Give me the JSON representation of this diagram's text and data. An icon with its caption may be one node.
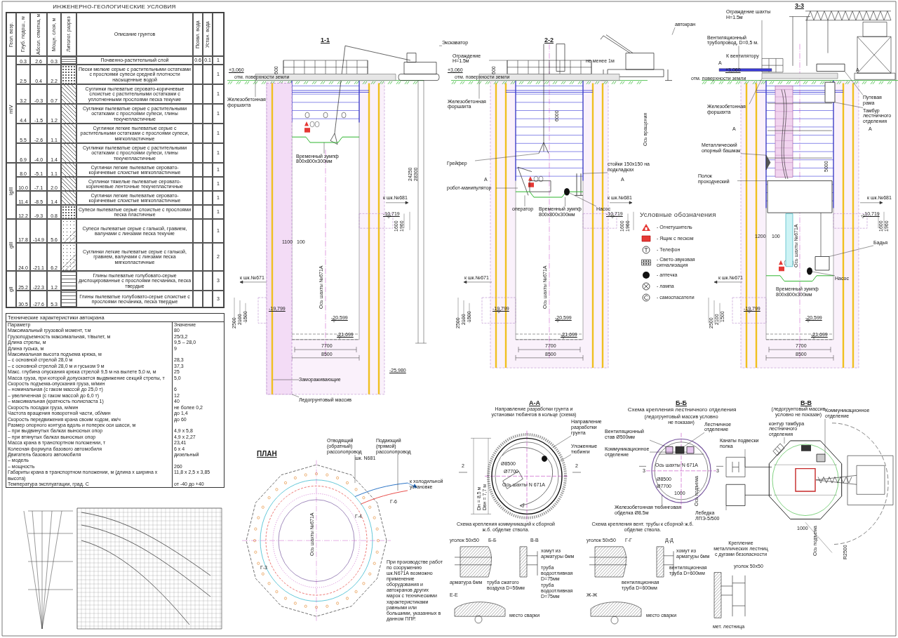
{
  "diagram": {
    "nodes": [
      {
        "text": [
          "Экскаватор"
        ]
      },
      {
        "text": [
          "Железобетонная форшахта"
        ]
      },
      {
        "text": [
          "Временный зумпф 800х800х300мм"
        ]
      },
      {
        "text": [
          "Замораживающие"
        ]
      },
      {
        "text": [
          "Ледогрунтовый массив"
        ]
      },
      {
        "text": [
          "Ограждение Н=1.5м"
        ]
      },
      {
        "text": [
          "автокран"
        ]
      },
      {
        "text": [
          "Железобетонная форшахта"
        ]
      },
      {
        "text": [
          "Грейфер"
        ]
      },
      {
        "text": [
          "робот-манипулятор"
        ]
      },
      {
        "text": [
          "стойки 150х150 на подкладках"
        ]
      },
      {
        "text": [
          "оператор"
        ]
      },
      {
        "text": [
          "Временный зумпф 800х800х300мм"
        ]
      },
      {
        "text": [
          "Насос"
        ]
      },
      {
        "text": [
          "Ограждение шахты Н=1.5м"
        ]
      },
      {
        "text": [
          "Вентиляционный трубопровод, D=0,5 м."
        ]
      },
      {
        "text": [
          "Железобетонная форшахта"
        ]
      },
      {
        "text": [
          "Путевая рама"
        ]
      },
      {
        "text": [
          "Тамбур лестничного отделения"
        ]
      },
      {
        "text": [
          "Металлический опорный башмак"
        ]
      },
      {
        "text": [
          "Полок проходческий"
        ]
      },
      {
        "text": [
          "Бадья"
        ]
      },
      {
        "text": [
          "Насос"
        ]
      },
      {
        "text": [
          "Отводящий (обратный) рассолопровод"
        ]
      },
      {
        "text": [
          "Подающий (прямой) рассолопровод"
        ]
      },
      {
        "text": [
          "Направление разработки грунта"
        ]
      },
      {
        "text": [
          "Уложенные тюбинги"
        ]
      },
      {
        "text": [
          "Вентиляционный став Ø500мм"
        ]
      },
      {
        "text": [
          "Лестничное отделение"
        ]
      },
      {
        "text": [
          "Коммуникационное отделение"
        ]
      },
      {
        "text": [
          "Железобетонная тюбинговая обделка Ø8.5м"
        ]
      },
      {
        "text": [
          "контур тамбура лестничного отделения"
        ]
      },
      {
        "text": [
          "Канаты подвески полка"
        ]
      },
      {
        "text": [
          "Коммуникационное отделение"
        ]
      },
      {
        "text": [
          "Лебедка ЛПЭ-5/500"
        ]
      },
      {
        "text": [],
        "shape": "picture"
      },
      {
        "text": [],
        "shape": "bar"
      },
      {
        "text": [],
        "shape": "picture"
      },
      {
        "text": [],
        "shape": "box"
      },
      {
        "text": [],
        "shape": "bar",
        "in": 38
      },
      {
        "text": [],
        "shape": "picture"
      },
      {
        "text": [],
        "shape": "picture"
      },
      {
        "text": [],
        "shape": "bar"
      },
      {
        "text": [],
        "shape": "picture"
      },
      {
        "text": [],
        "shape": "picture"
      },
      {
        "text": [],
        "shape": "picture"
      },
      {
        "text": [],
        "shape": "picture"
      },
      {
        "text": [],
        "shape": "circle"
      },
      {
        "text": [],
        "shape": "picture"
      },
      {
        "text": [],
        "shape": "bar"
      },
      {
        "text": [],
        "shape": "bar"
      },
      {
        "text": [],
        "shape": "box"
      },
      {
        "text": [],
        "shape": "box"
      },
      {
        "text": [],
        "shape": "picture"
      },
      {
        "text": [],
        "shape": "box"
      },
      {
        "text": [],
        "shape": "box"
      },
      {
        "text": [],
        "shape": "circle"
      },
      {
        "text": [],
        "shape": "picture"
      },
      {
        "text": [],
        "shape": "picture"
      },
      {
        "text": [],
        "shape": "circle"
      },
      {
        "text": [],
        "shape": "picture",
        "in": 59
      },
      {
        "text": [],
        "shape": "circle"
      },
      {
        "text": [],
        "shape": "box",
        "in": 61
      },
      {
        "text": [],
        "shape": "box",
        "in": 61
      },
      {
        "text": [],
        "shape": "box",
        "in": 61
      },
      {
        "text": [],
        "shape": "picture"
      },
      {
        "text": [],
        "shape": "picture"
      },
      {
        "text": [],
        "shape": "box"
      },
      {
        "text": [],
        "shape": "box"
      }
    ],
    "edges": [
      {
        "from": 0,
        "to": 35,
        "arrow": "none"
      },
      {
        "from": 1,
        "to": 36,
        "arrow": "none"
      },
      {
        "from": 2,
        "to": 37,
        "arrow": "none"
      },
      {
        "from": 3,
        "to": 39,
        "arrow": "none"
      },
      {
        "from": 4,
        "to": 38,
        "arrow": "none"
      },
      {
        "from": 5,
        "to": 40,
        "arrow": "none"
      },
      {
        "from": 6,
        "to": 41,
        "arrow": "none"
      },
      {
        "from": 7,
        "to": 42,
        "arrow": "none"
      },
      {
        "from": 8,
        "to": 43,
        "arrow": "none"
      },
      {
        "from": 9,
        "to": 44,
        "arrow": "none"
      },
      {
        "from": 10,
        "to": 45,
        "arrow": "none"
      },
      {
        "from": 11,
        "to": 44,
        "arrow": "none"
      },
      {
        "from": 12,
        "to": 46,
        "arrow": "none"
      },
      {
        "from": 13,
        "to": 47,
        "arrow": "none"
      },
      {
        "from": 14,
        "to": 48,
        "arrow": "none"
      },
      {
        "from": 15,
        "to": 49,
        "arrow": "none"
      },
      {
        "from": 16,
        "to": 50,
        "arrow": "none"
      },
      {
        "from": 17,
        "to": 51,
        "arrow": "none"
      },
      {
        "from": 18,
        "to": 52,
        "arrow": "none"
      },
      {
        "from": 19,
        "to": 53,
        "arrow": "none"
      },
      {
        "from": 20,
        "to": 54,
        "arrow": "none"
      },
      {
        "from": 21,
        "to": 55,
        "arrow": "none"
      },
      {
        "from": 22,
        "to": 56,
        "arrow": "none"
      },
      {
        "from": 23,
        "to": 57,
        "arrow": "none"
      },
      {
        "from": 24,
        "to": 58,
        "arrow": "none"
      },
      {
        "from": 25,
        "to": 60,
        "arrow": "none"
      },
      {
        "from": 26,
        "to": 59,
        "arrow": "none"
      },
      {
        "from": 27,
        "to": 62,
        "arrow": "none"
      },
      {
        "from": 28,
        "to": 63,
        "arrow": "none"
      },
      {
        "from": 29,
        "to": 64,
        "arrow": "none"
      },
      {
        "from": 30,
        "to": 61,
        "arrow": "none"
      },
      {
        "from": 31,
        "to": 65,
        "arrow": "none"
      },
      {
        "from": 32,
        "to": 66,
        "arrow": "none"
      },
      {
        "from": 33,
        "to": 67,
        "arrow": "none"
      },
      {
        "from": 34,
        "to": 68,
        "arrow": "none"
      }
    ],
    "labels": [
      "ИНЖЕНЕРНО-ГЕОЛОГИЧЕСКИЕ УСЛОВИЯ",
      "Геол. возр.",
      "Глуб. подош., м",
      "Абсол. отметка, м",
      "Мощн. слоя, м",
      "Литолог. разрез",
      "Описание грунтов",
      "Появл. вода",
      "Устан. вода",
      "mIV",
      "0.3",
      "2.6",
      "0.3",
      "Почвенно-растительный слой",
      "0.6",
      "0.1",
      "1",
      "2.5",
      "0.4",
      "2.2",
      "Пески мелкие серые с растительными остатками с прослоями супеси средней плотности насыщенные водой",
      "1",
      "3.2",
      "-0.3",
      "0.7",
      "Суглинки пылеватые серовато-коричневые слоистые с растительными остатками с уплотненными прослоями песка текучие",
      "1",
      "4.4",
      "-1.5",
      "1.2",
      "Суглинки пылеватые серые с растительными остатками с прослоями супеси, глины текучепластичные",
      "1",
      "5.5",
      "-2.6",
      "1.1",
      "Суглинки легкие пылеватые серые с растительными остатками с прослоями супеси, мягкопластичные",
      "1",
      "6.9",
      "-4.0",
      "1.4",
      "Суглинки пылеватые серые с растительными остатками с прослоями супеси, глины текучепластичные",
      "1",
      "lgIII",
      "8.0",
      "-5.1",
      "1.1",
      "Суглинки легкие пылеватые серовато-коричневые слоистые мягкопластичные",
      "1",
      "10.0",
      "-7.1",
      "2.0",
      "Суглинки тяжелые пылеватые серовато-коричневые ленточные текучепластичные",
      "1",
      "11.4",
      "-8.5",
      "1.4",
      "Суглинки легкие пылеватые серовато-коричневые слоистые мягкопластичные",
      "1",
      "12.2",
      "-9.3",
      "0.8",
      "Супеси пылеватые серые слоистые с прослоями песка пластичные",
      "1",
      "gIII",
      "17.8",
      "-14.9",
      "5.6",
      "Супеси пылеватые серые с галькой, гравием, валунами с линзами песка текучие",
      "1",
      "24.0",
      "-21.1",
      "6.2",
      "Суглинки легкие пылеватые серые с галькой, гравием, валунами с линзами песка мягкопластичные",
      "2",
      "gII",
      "25.2",
      "-22.3",
      "1.2",
      "Глины пылеватые голубовато-серые дислоцированные с прослоями песчаника, песка твердые",
      "3",
      "30.5",
      "-27.6",
      "5.3",
      "Глины пылеватые голубовато-серые слоистые с прослоями песчаника, песка твердые",
      "3",
      "Технические характеристики автокрана",
      "Параметр",
      "Значение",
      "Максимальный грузовой момент, т.м",
      "80",
      "Грузоподъемность максимальная, т/вылет, м",
      "25/3,2",
      "Длина стрелы, м",
      "9,5 – 28,0",
      "Длина гуська, м",
      "9",
      "Максимальная высота подъема крюка, м",
      "– с основной стрелой 28,0 м",
      "28,3",
      "– с основной стрелой 28,0 м и гуськом 9 м",
      "37,3",
      "Макс. глубина опускания крюка стрелой 9,5 м на вылете 5,0 м, м",
      "25",
      "Масса груза, при которой допускается выдвижение секций стрелы, т",
      "5,0",
      "Скорость подъема-опускания груза, м/мин",
      "– номинальная (с гаком массой до 25,0 т)",
      "6",
      "– увеличенная (с гаком массой до 6,0 т)",
      "12",
      "– максимальная (кратность полиспаста 1)",
      "40",
      "Скорость посадки груза, м/мин",
      "не более 0,2",
      "Частота вращения поворотной части, об/мин",
      "до 1,4",
      "Скорость передвижения крана своим ходом, км/ч",
      "до 60",
      "Размер опорного контура вдоль и поперек оси шасси, м",
      "– при выдвинутых балках выносных опор",
      "4,9 х 5,8",
      "– при втянутых балках выносных опор",
      "4,9 х 2,27",
      "Масса крана в транспортном положении, т",
      "23,41",
      "Колесная формула базового автомобиля",
      "6 х 4",
      "Двигатель базового автомобиля",
      "дизельный",
      "– модель",
      "– мощность",
      "260",
      "Габариты крана в транспортном положении, м (длина х ширина х высота)",
      "11,8 х 2,5 х 3,85",
      "Температура эксплуатации, град. С",
      "от -40 до +40",
      "1-1",
      "+3,060",
      "отм. поверхности земли",
      "600",
      "Ось шахты №671А",
      "24250",
      "28300",
      "к шк.№681",
      "-10,719",
      "1600",
      "1960",
      "1100",
      "100",
      "к шк.№671",
      "2500",
      "2100",
      "1500",
      "-19,799",
      "-20,599",
      "-21,699",
      "7700",
      "8500",
      "-25,980",
      "2-2",
      "не менее 1м",
      "Ось вращения",
      "+3,060",
      "отм. поверхности земли",
      "600",
      "6000",
      "А",
      "А",
      "Ось шахты №671А",
      "к шк.№681",
      "-10,719",
      "1600",
      "1960",
      "к шк.№671",
      "2500",
      "2100",
      "1500",
      "-19,799",
      "-20,599",
      "-21,699",
      "7700",
      "8500",
      "Условные обозначения",
      "3-3",
      "К вентилятору",
      "А",
      "+3,060",
      "А",
      "отм. поверхности земли",
      "А",
      "А",
      "5000",
      "к шк.№681",
      "-10,719",
      "1600",
      "1960",
      "1200",
      "100",
      "Ось шахты №671А",
      "Временный зумпф 800х800х300мм",
      "к шк.№671",
      "2500",
      "2100",
      "1500",
      "-19,799",
      "-20,599",
      "-21,699",
      "7700",
      "8500",
      "А-А",
      "Направление разработки грунта и установки тюбингов в кольце (схема)",
      "Dн = 8,5 м",
      "Dвн = 7,7 м",
      "2",
      "2",
      "Ø8500",
      "Ø7700",
      "Ось шахты N 671А",
      "Б-Б",
      "Схема крепления лестничного отделения",
      "(ледогрунтовый массив условно не показан)",
      "Ось шахты N 671А",
      "Ø8500",
      "Ø7700",
      "Ось подъема",
      "1000",
      "3",
      "3",
      "В-В",
      "(ледогрунтовый массив условно не показан)",
      "1000",
      "Ось подъема",
      "R2500",
      "ПЛАН",
      "шк. N681",
      "к холодильной установке",
      "Ось шахты №671А",
      "Г-3",
      "Г-4",
      "Г-6",
      "При производстве работ по сооружению шк.N671А возможно применение оборудования и автокранов других марок с техническими характеристиками равными или большими, указанных в данном ППР.",
      "Схема крепления коммуникаций к сборной ж.б. обделке ствола.",
      "уголок 50х50",
      "Б-Б",
      "В-В",
      "хомут из арматуры 6мм",
      "труба водоотливная D=75мм",
      "арматура 6мм",
      "труба сжатого воздуха D=56мм",
      "труба водоотливная D=75мм",
      "Е-Е",
      "место сварки",
      "Схема крепления вент. трубы к сборной ж.б. обделке ствола.",
      "уголок 50х50",
      "Г-Г",
      "Д-Д",
      "хомут из арматуры 6мм",
      "вентиляционная труба D=600мм",
      "вентиляционная труба D=600мм",
      "Ж-Ж",
      "место сварки",
      "Крепление металлических лестниц с дугами безопасности",
      "уголок 50х50",
      "мет. лестница"
    ],
    "legend": [
      {
        "text": "- Огнетушитель"
      },
      {
        "text": "- Ящик с песком"
      },
      {
        "text": "- Телефон"
      },
      {
        "text": "- Свето-звуковая сигнализация"
      },
      {
        "text": "- аптечка"
      },
      {
        "text": "- лампа"
      },
      {
        "text": "- самоспасатели"
      }
    ]
  }
}
